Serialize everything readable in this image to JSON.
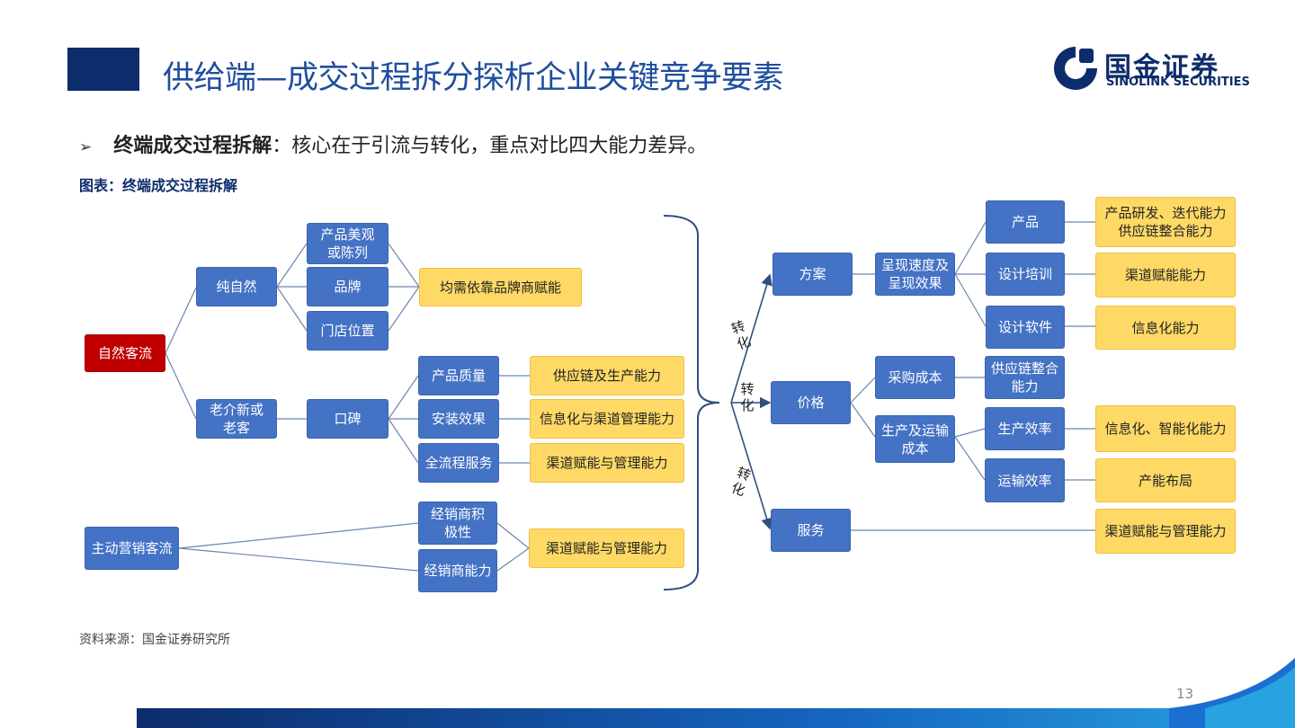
{
  "header": {
    "title": "供给端—成交过程拆分探析企业关键竞争要素",
    "logo_cn": "国金证券",
    "logo_en": "SINOLINK SECURITIES"
  },
  "bullet": {
    "lead": "终端成交过程拆解",
    "text": "：核心在于引流与转化，重点对比四大能力差异。"
  },
  "figure_label": "图表：终端成交过程拆解",
  "diagram": {
    "left": {
      "natural_flow": "自然客流",
      "pure_natural": "纯自然",
      "product_display": "产品美观或陈列",
      "brand": "品牌",
      "store_location": "门店位置",
      "brand_cap": "均需依靠品牌商赋能",
      "referral": "老介新或老客",
      "word_of_mouth": "口碑",
      "product_quality": "产品质量",
      "install_effect": "安装效果",
      "full_service": "全流程服务",
      "supply_cap": "供应链及生产能力",
      "info_channel_cap": "信息化与渠道管理能力",
      "channel_cap_1": "渠道赋能与管理能力",
      "active_flow": "主动营销客流",
      "dealer_active": "经销商积极性",
      "dealer_ability": "经销商能力",
      "channel_cap_2": "渠道赋能与管理能力"
    },
    "conversion_labels": [
      "转化",
      "转化",
      "转化"
    ],
    "right": {
      "plan": "方案",
      "presentation": "呈现速度及呈现效果",
      "product": "产品",
      "design_training": "设计培训",
      "design_software": "设计软件",
      "rd_cap": "产品研发、迭代能力供应链整合能力",
      "channel_enable": "渠道赋能能力",
      "info_cap": "信息化能力",
      "price": "价格",
      "procurement": "采购成本",
      "supply_integration": "供应链整合能力",
      "production_transport": "生产及运输成本",
      "production_eff": "生产效率",
      "transport_eff": "运输效率",
      "smart_cap": "信息化、智能化能力",
      "capacity_layout": "产能布局",
      "service": "服务",
      "service_cap": "渠道赋能与管理能力"
    }
  },
  "source": "资料来源：国金证券研究所",
  "page_number": "13",
  "colors": {
    "navy": "#0d2c6c",
    "title_blue": "#1f4e9e",
    "box_blue": "#4472c4",
    "box_yellow": "#ffd966",
    "box_red": "#c00000"
  }
}
